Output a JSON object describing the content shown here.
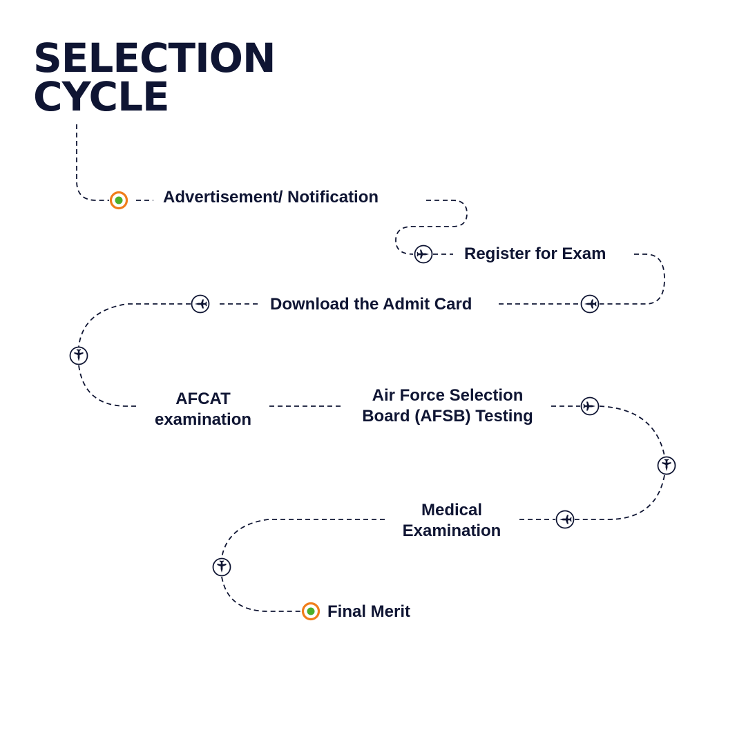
{
  "title": {
    "line1": "SELECTION",
    "line2": "CYCLE"
  },
  "steps": [
    {
      "id": "advertisement",
      "label": "Advertisement/ Notification",
      "marker": "start-dot-icon"
    },
    {
      "id": "register",
      "label": "Register for Exam",
      "marker": "jet-icon"
    },
    {
      "id": "admit-card",
      "label": "Download the Admit Card",
      "marker": "jet-icon"
    },
    {
      "id": "afcat",
      "label_line1": "AFCAT",
      "label_line2": "examination",
      "marker": "jet-icon"
    },
    {
      "id": "afsb",
      "label_line1": "Air Force Selection",
      "label_line2": "Board (AFSB) Testing",
      "marker": "jet-icon"
    },
    {
      "id": "medical",
      "label_line1": "Medical",
      "label_line2": "Examination",
      "marker": "jet-icon"
    },
    {
      "id": "final-merit",
      "label": "Final Merit",
      "marker": "end-dot-icon"
    }
  ],
  "colors": {
    "text": "#0f1533",
    "path": "#0f1533",
    "dot_ring": "#f07d1a",
    "dot_center": "#4caf2a"
  }
}
